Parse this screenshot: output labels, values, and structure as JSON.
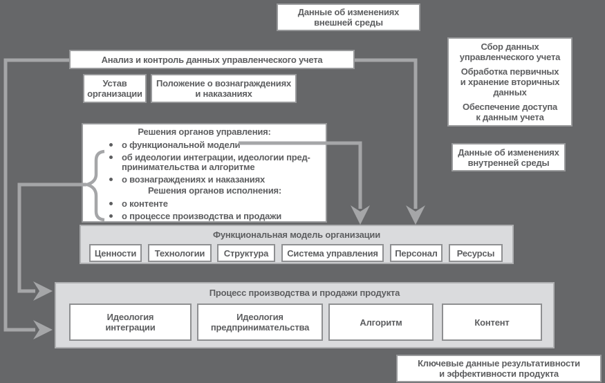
{
  "colors": {
    "background": "#666769",
    "box_fill": "#ffffff",
    "box_border": "#98999b",
    "chip_border": "#8e8f91",
    "container_fill": "#dadbdd",
    "container_border": "#aeafb1",
    "text": "#5d5e60",
    "connector": "#a5a6a8"
  },
  "boxes": {
    "external_env": {
      "lines": [
        "Данные об изменениях",
        "внешней среды"
      ]
    },
    "analysis": {
      "label": "Анализ и контроль данных управленческого учета"
    },
    "charter": {
      "lines": [
        "Устав",
        "организации"
      ]
    },
    "regulation": {
      "lines": [
        "Положение о вознаграждениях",
        "и наказаниях"
      ]
    },
    "decisions": {
      "header_management": "Решения органов управления:",
      "bullet_functional_model": "о функциональной модели",
      "bullet_ideology_line1": "об идеологии интеграции, идеологии пред-",
      "bullet_ideology_line2": "принимательства и алгоритме",
      "bullet_rewards": "о вознаграждениях и наказаниях",
      "header_execution": "Решения органов исполнения:",
      "bullet_content": "о контенте",
      "bullet_process": "о процессе производства и продажи"
    },
    "accounting": {
      "p1": [
        "Сбор данных",
        "управленческого учета"
      ],
      "p2": [
        "Обработка первичных",
        "и хранение вторичных",
        "данных"
      ],
      "p3": [
        "Обеспечение доступа",
        "к данным учета"
      ]
    },
    "internal_env": {
      "lines": [
        "Данные об изменениях",
        "внутренней среды"
      ]
    },
    "functional_model": {
      "title": "Функциональная модель организации",
      "chips": [
        "Ценности",
        "Технологии",
        "Структура",
        "Система управления",
        "Персонал",
        "Ресурсы"
      ]
    },
    "process": {
      "title": "Процесс производства и продажи продукта",
      "chips": [
        [
          "Идеология",
          "интеграции"
        ],
        [
          "Идеология",
          "предпринимательства"
        ],
        [
          "Алгоритм"
        ],
        [
          "Контент"
        ]
      ]
    },
    "key_data": {
      "lines": [
        "Ключевые данные результативности",
        "и эффективности продукта"
      ]
    }
  }
}
